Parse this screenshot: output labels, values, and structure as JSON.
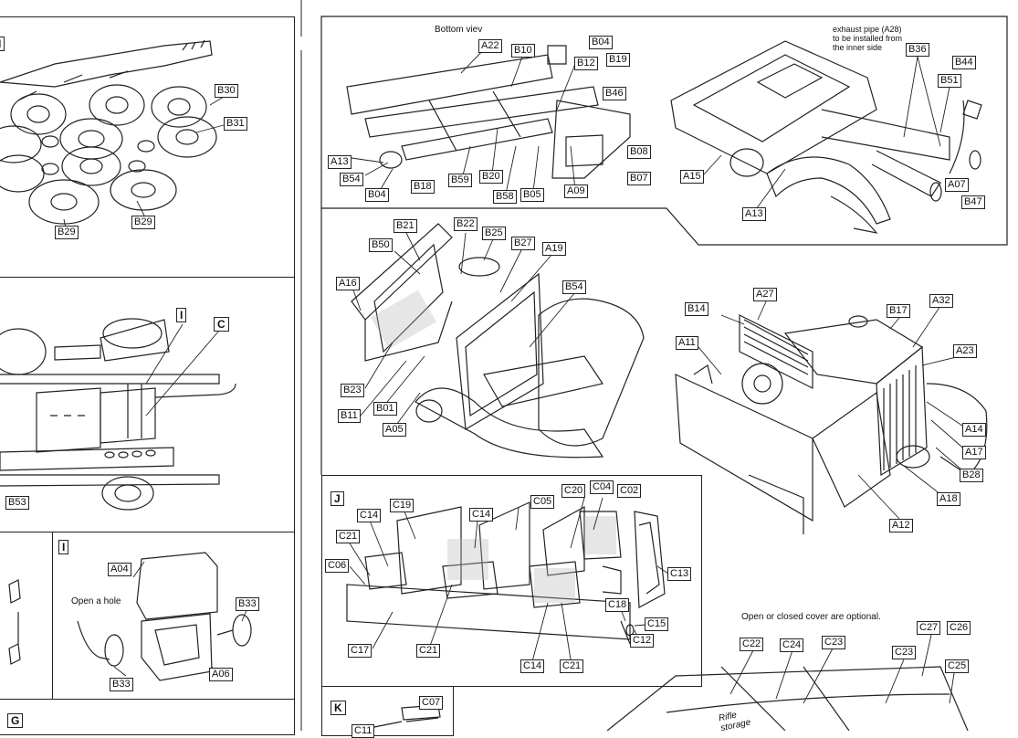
{
  "notes": {
    "bottom_view": "Bottom viev",
    "exhaust_pipe": "exhaust pipe (A28)\nto be installed from\nthe inner side",
    "open_hole": "Open a hole",
    "cover_optional": "Open or closed cover are optional.",
    "rifle_storage": "Rifle\nstorage"
  },
  "sections": {
    "top_left_letter": "I",
    "i_callout": "I",
    "c_callout": "C",
    "i_panel": "I",
    "j_panel": "J",
    "k_panel": "K",
    "g_panel": "G"
  },
  "labels": [
    {
      "text": "B30"
    },
    {
      "text": "B31"
    },
    {
      "text": "B29"
    },
    {
      "text": "B29"
    },
    {
      "text": "B53"
    },
    {
      "text": "A04"
    },
    {
      "text": "B33"
    },
    {
      "text": "B33"
    },
    {
      "text": "A06"
    },
    {
      "text": "A22"
    },
    {
      "text": "B10"
    },
    {
      "text": "B04"
    },
    {
      "text": "B12"
    },
    {
      "text": "B19"
    },
    {
      "text": "B46"
    },
    {
      "text": "A13"
    },
    {
      "text": "B54"
    },
    {
      "text": "B04"
    },
    {
      "text": "B18"
    },
    {
      "text": "B59"
    },
    {
      "text": "B20"
    },
    {
      "text": "B58"
    },
    {
      "text": "B05"
    },
    {
      "text": "A09"
    },
    {
      "text": "B08"
    },
    {
      "text": "B07"
    },
    {
      "text": "B36"
    },
    {
      "text": "B44"
    },
    {
      "text": "B51"
    },
    {
      "text": "A15"
    },
    {
      "text": "A13"
    },
    {
      "text": "A07"
    },
    {
      "text": "B47"
    },
    {
      "text": "B21"
    },
    {
      "text": "B22"
    },
    {
      "text": "B25"
    },
    {
      "text": "B50"
    },
    {
      "text": "B27"
    },
    {
      "text": "A19"
    },
    {
      "text": "A16"
    },
    {
      "text": "B54"
    },
    {
      "text": "B23"
    },
    {
      "text": "B01"
    },
    {
      "text": "B11"
    },
    {
      "text": "A05"
    },
    {
      "text": "B14"
    },
    {
      "text": "A27"
    },
    {
      "text": "B17"
    },
    {
      "text": "A32"
    },
    {
      "text": "A11"
    },
    {
      "text": "A23"
    },
    {
      "text": "A14"
    },
    {
      "text": "A17"
    },
    {
      "text": "B28"
    },
    {
      "text": "A18"
    },
    {
      "text": "A12"
    },
    {
      "text": "C20"
    },
    {
      "text": "C04"
    },
    {
      "text": "C02"
    },
    {
      "text": "C19"
    },
    {
      "text": "C14"
    },
    {
      "text": "C14"
    },
    {
      "text": "C05"
    },
    {
      "text": "C21"
    },
    {
      "text": "C06"
    },
    {
      "text": "C13"
    },
    {
      "text": "C18"
    },
    {
      "text": "C15"
    },
    {
      "text": "C12"
    },
    {
      "text": "C17"
    },
    {
      "text": "C21"
    },
    {
      "text": "C14"
    },
    {
      "text": "C21"
    },
    {
      "text": "C27"
    },
    {
      "text": "C26"
    },
    {
      "text": "C22"
    },
    {
      "text": "C24"
    },
    {
      "text": "C23"
    },
    {
      "text": "C23"
    },
    {
      "text": "C25"
    },
    {
      "text": "C07"
    },
    {
      "text": "C11"
    }
  ],
  "colors": {
    "ink": "#222222",
    "paper": "#ffffff",
    "speckle": "#b8b8b8"
  }
}
